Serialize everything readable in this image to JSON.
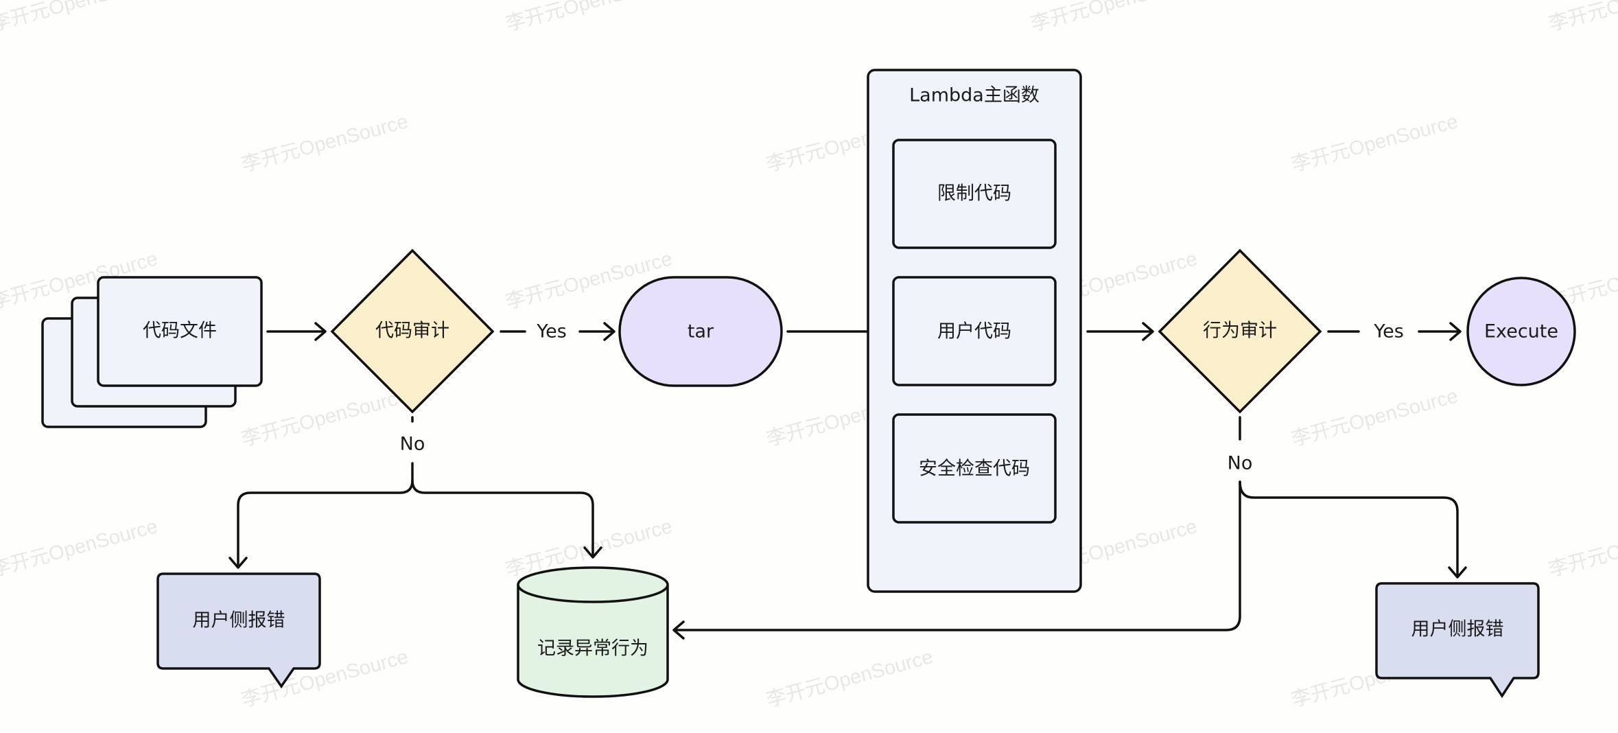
{
  "colors": {
    "node_fill": "#f0f3fa",
    "decision_fill": "#fbefcc",
    "terminal_fill": "#e6e0fb",
    "database_fill": "#e2f3e3",
    "error_fill": "#d9ddf0",
    "container_fill": "#f0f3fa",
    "stroke": "#111111"
  },
  "nodes": {
    "code_files": "代码文件",
    "code_audit": "代码审计",
    "tar": "tar",
    "lambda_main": "Lambda主函数",
    "restrict_code": "限制代码",
    "user_code": "用户代码",
    "security_check": "安全检查代码",
    "behavior_audit": "行为审计",
    "execute": "Execute",
    "user_error_left": "用户侧报错",
    "record_abnormal": "记录异常行为",
    "user_error_right": "用户侧报错"
  },
  "edges": {
    "yes_1": "Yes",
    "no_1": "No",
    "yes_2": "Yes",
    "no_2": "No"
  },
  "watermark": "李开元OpenSource"
}
